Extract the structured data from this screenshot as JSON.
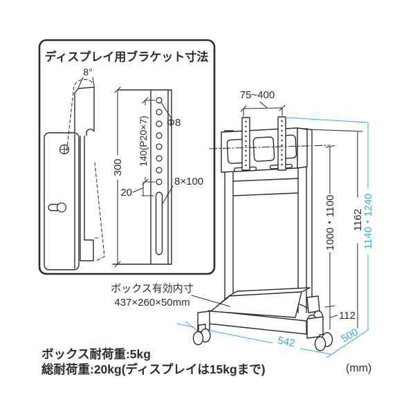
{
  "colors": {
    "accent_blue": "#3fa8db",
    "line": "#2b2b2b"
  },
  "bracket_panel": {
    "title": "ディスプレイ用ブラケット寸法",
    "angle_label": "8°",
    "dim_total_height": "300",
    "dim_hole_pitch": "140(P20×7)",
    "dim_bottom_offset": "20",
    "hole_diameter": "Φ8",
    "slot_size": "8×100"
  },
  "stand": {
    "bracket_width_range": "75~400",
    "display_center_height": "1000・1100",
    "stand_top_height": "1162",
    "bracket_top_height": "1140・1240",
    "base_height": "112",
    "base_width": "542",
    "base_depth": "500",
    "box_label_line1": "ボックス有効内寸",
    "box_label_line2": "437×260×50mm"
  },
  "notes": {
    "box_capacity": "ボックス耐荷重:5kg",
    "total_capacity": "総耐荷重:20kg(ディスプレイは15kgまで)",
    "unit": "(mm)"
  }
}
